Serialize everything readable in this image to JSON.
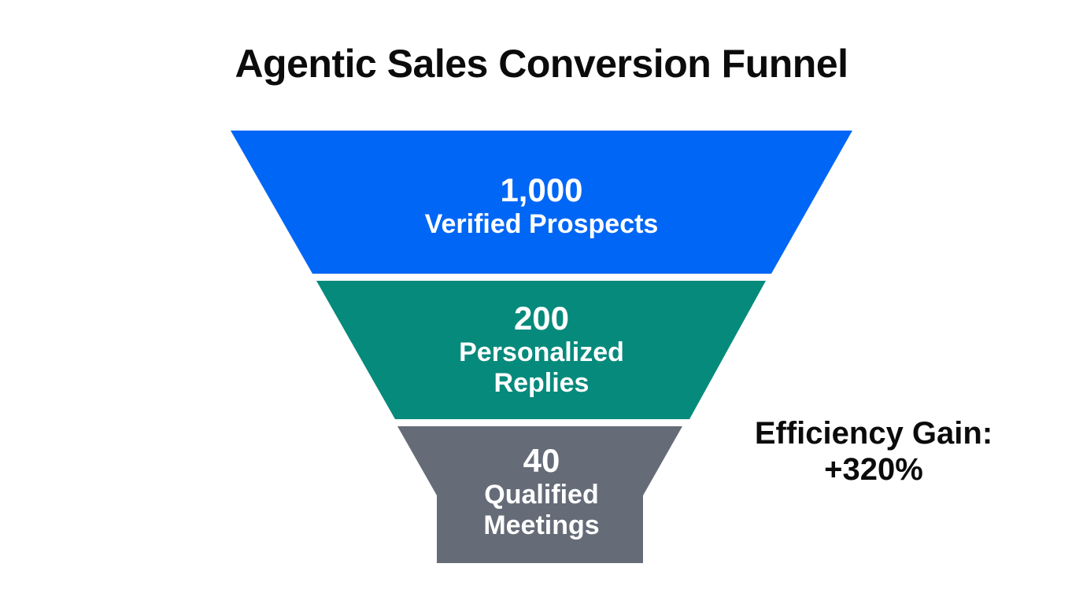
{
  "title": "Agentic Sales Conversion Funnel",
  "stages": [
    {
      "value": "1,000",
      "label": "Verified Prospects",
      "color": "#0066F5"
    },
    {
      "value": "200",
      "label_line1": "Personalized",
      "label_line2": "Replies",
      "color": "#068A7C"
    },
    {
      "value": "40",
      "label_line1": "Qualified",
      "label_line2": "Meetings",
      "color": "#656C78"
    }
  ],
  "annotation": {
    "line1": "Efficiency Gain:",
    "line2": "+320%"
  },
  "chart_data": {
    "type": "funnel",
    "title": "Agentic Sales Conversion Funnel",
    "categories": [
      "Verified Prospects",
      "Personalized Replies",
      "Qualified Meetings"
    ],
    "values": [
      1000,
      200,
      40
    ],
    "colors": [
      "#0066F5",
      "#068A7C",
      "#656C78"
    ],
    "annotations": [
      "Efficiency Gain: +320%"
    ]
  }
}
